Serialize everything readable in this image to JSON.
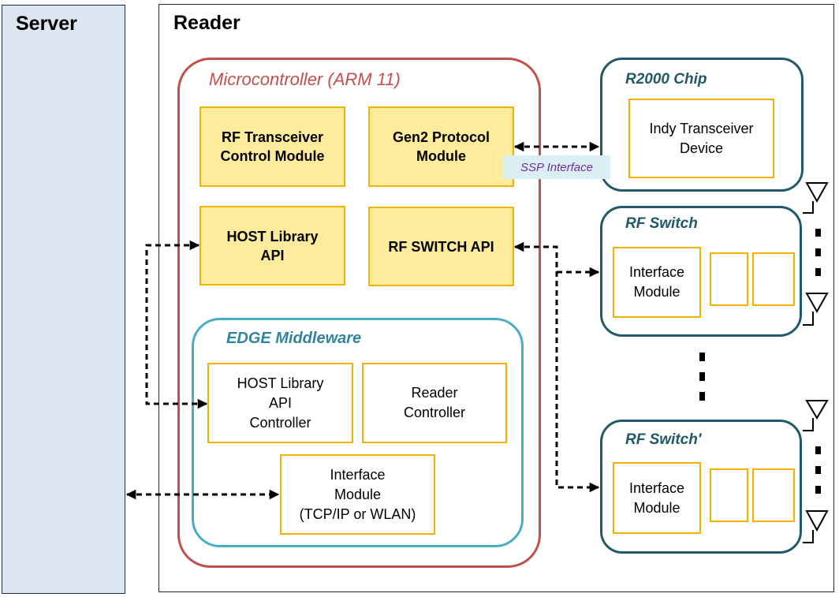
{
  "server": {
    "title": "Server"
  },
  "reader": {
    "title": "Reader"
  },
  "microcontroller": {
    "title": "Microcontroller (ARM 11)",
    "rf_transceiver": "RF Transceiver\nControl Module",
    "gen2_protocol": "Gen2 Protocol\nModule",
    "host_library_api": "HOST Library\nAPI",
    "rf_switch_api": "RF SWITCH API"
  },
  "edge": {
    "title": "EDGE Middleware",
    "host_library_api_controller": "HOST Library\nAPI\nController",
    "reader_controller": "Reader\nController",
    "interface_module": "Interface\nModule\n(TCP/IP or WLAN)"
  },
  "ssp_interface": "SSP Interface",
  "r2000": {
    "title": "R2000 Chip",
    "device": "Indy Transceiver\nDevice"
  },
  "rf_switch_1": {
    "title": "RF Switch",
    "module": "Interface\nModule"
  },
  "rf_switch_2": {
    "title": "RF Switch′",
    "module": "Interface\nModule"
  },
  "colors": {
    "server_fill": "#dce6f1",
    "microcontroller_border": "#c0504d",
    "edge_border": "#4bacc6",
    "chip_border": "#215968",
    "module_fill": "#ffeb9c",
    "module_border": "#f0b400",
    "ssp_text": "#7030a0"
  }
}
